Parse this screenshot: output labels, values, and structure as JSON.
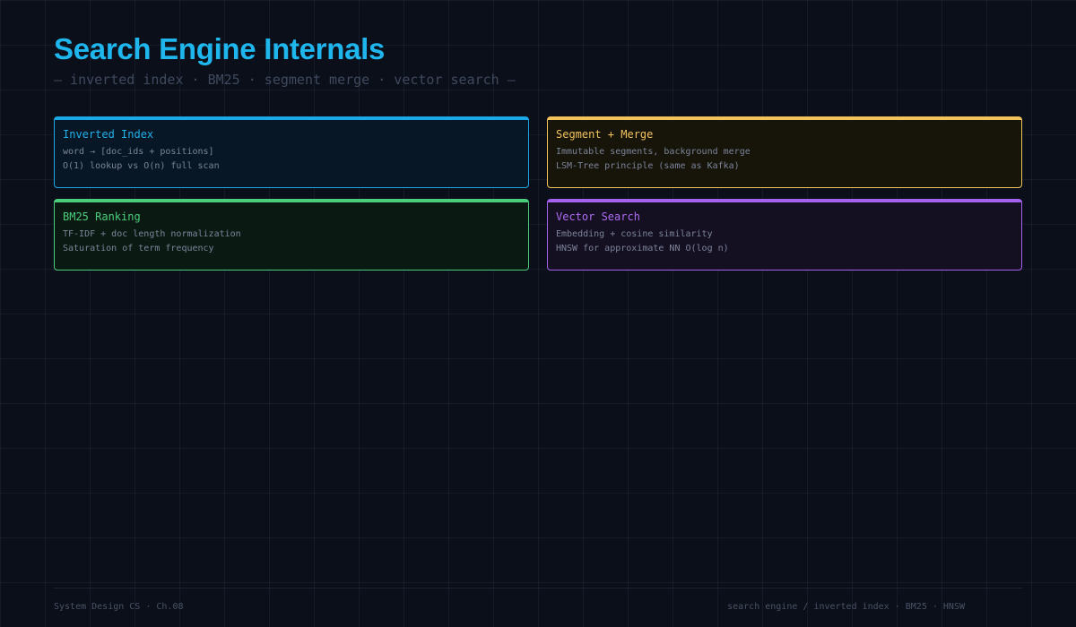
{
  "header": {
    "title": "Search Engine Internals",
    "subtitle": "— inverted index · BM25 · segment merge · vector search —"
  },
  "cards": [
    {
      "title": "Inverted Index",
      "lines": [
        "word → [doc_ids + positions]",
        "O(1) lookup vs O(n) full scan"
      ],
      "accent": "#1aa9e6"
    },
    {
      "title": "Segment + Merge",
      "lines": [
        "Immutable segments, background merge",
        "LSM-Tree principle (same as Kafka)"
      ],
      "accent": "#f2c35b"
    },
    {
      "title": "BM25 Ranking",
      "lines": [
        "TF-IDF + doc length normalization",
        "Saturation of term frequency"
      ],
      "accent": "#4bce7c"
    },
    {
      "title": "Vector Search",
      "lines": [
        "Embedding + cosine similarity",
        "HNSW for approximate NN O(log n)"
      ],
      "accent": "#a562ee"
    }
  ],
  "footer": {
    "left": "System Design CS  ·  Ch.08",
    "right": "search engine  /  inverted index · BM25 · HNSW"
  }
}
